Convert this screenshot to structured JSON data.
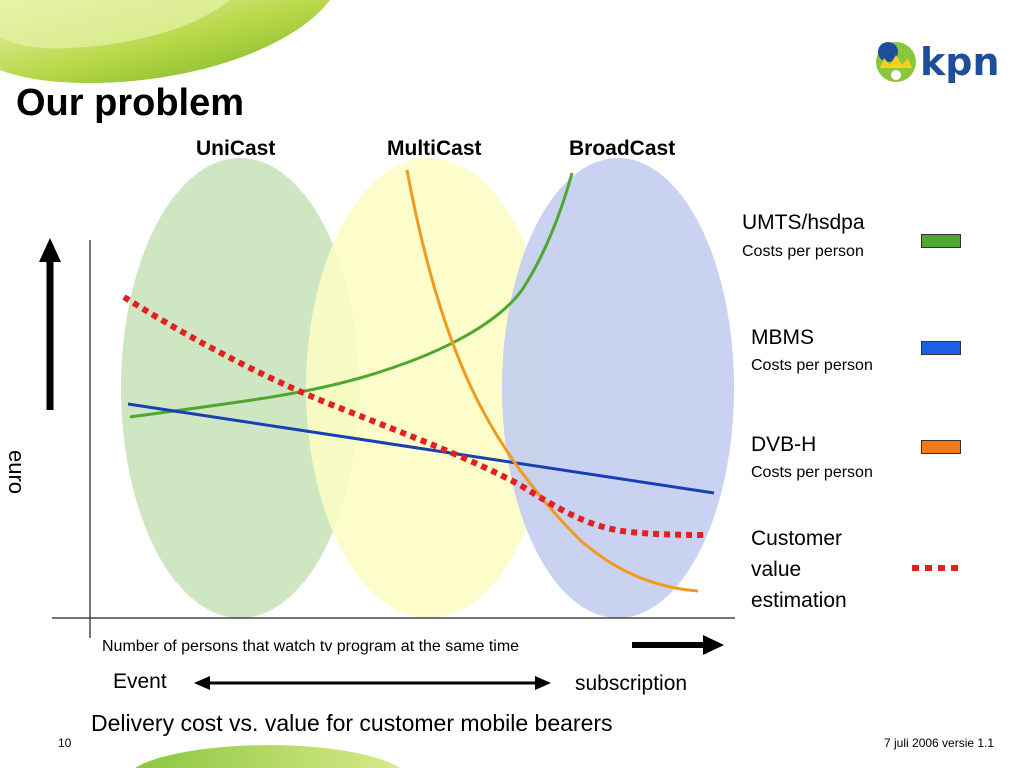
{
  "title": "Our problem",
  "logo": {
    "text": "kpn",
    "icon": "kpn-crown-icon",
    "color": "#1c4e9a"
  },
  "headers": {
    "unicast": "UniCast",
    "multicast": "MultiCast",
    "broadcast": "BroadCast"
  },
  "legend": [
    {
      "title": "UMTS/hsdpa",
      "subtitle": "Costs per person",
      "color": "#4ea72e"
    },
    {
      "title": "MBMS",
      "subtitle": "Costs per person",
      "color": "#1f5fe6"
    },
    {
      "title": "DVB-H",
      "subtitle": "Costs per person",
      "color": "#f07a1d"
    }
  ],
  "customer_value": {
    "lines": [
      "Customer",
      "value",
      "estimation"
    ],
    "color": "#e41f1f"
  },
  "axes": {
    "y_label": "euro",
    "x_label": "Number of persons that watch tv program at the same time"
  },
  "range": {
    "left": "Event",
    "right": "subscription"
  },
  "bottom_title": "Delivery cost vs. value for customer mobile bearers",
  "page_number": "10",
  "date_version": "7 juli 2006 versie 1.1",
  "colors": {
    "unicast_ellipse": "#cfe6c3",
    "multicast_ellipse": "#fdfdc3",
    "broadcast_ellipse": "#c3cdee",
    "umts": "#4ea72e",
    "mbms": "#1f5fe6",
    "dvbh": "#f07a1d",
    "customer_value": "#e41f1f"
  }
}
